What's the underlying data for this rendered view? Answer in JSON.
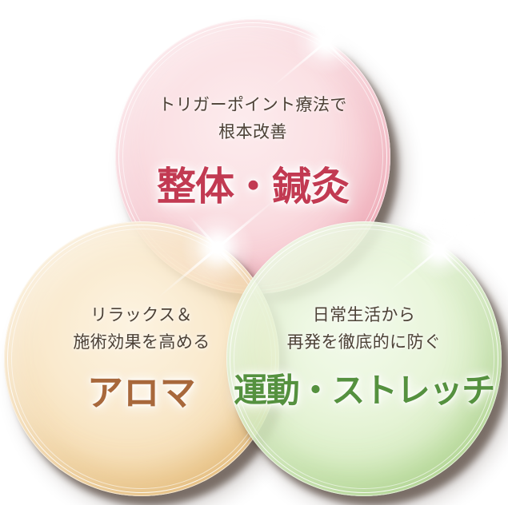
{
  "diagram": {
    "title": "therapy-approach-venn",
    "circles": [
      {
        "id": "seitai-shinkyu",
        "small_lines": [
          "トリガーポイント療法で",
          "根本改善"
        ],
        "title": "整体・鍼灸",
        "fill_rim": "#ee9cab",
        "fill_center": "#fcebed",
        "title_color": "#c23a52"
      },
      {
        "id": "aroma",
        "small_lines": [
          "リラックス＆",
          "施術効果を高める"
        ],
        "title": "アロマ",
        "fill_rim": "#dfa95c",
        "fill_center": "#fcf2de",
        "title_color": "#a8683b"
      },
      {
        "id": "exercise-stretch",
        "small_lines": [
          "日常生活から",
          "再発を徹底的に防ぐ"
        ],
        "title": "運動・ストレッチ",
        "fill_rim": "#8cc468",
        "fill_center": "#f2faea",
        "title_color": "#55913f"
      }
    ],
    "small_text_color": "#4c4136",
    "shadow_color": "rgba(38,20,8,0.52)",
    "sparkle_color": "#ffffff",
    "background_color": "#ffffff"
  }
}
